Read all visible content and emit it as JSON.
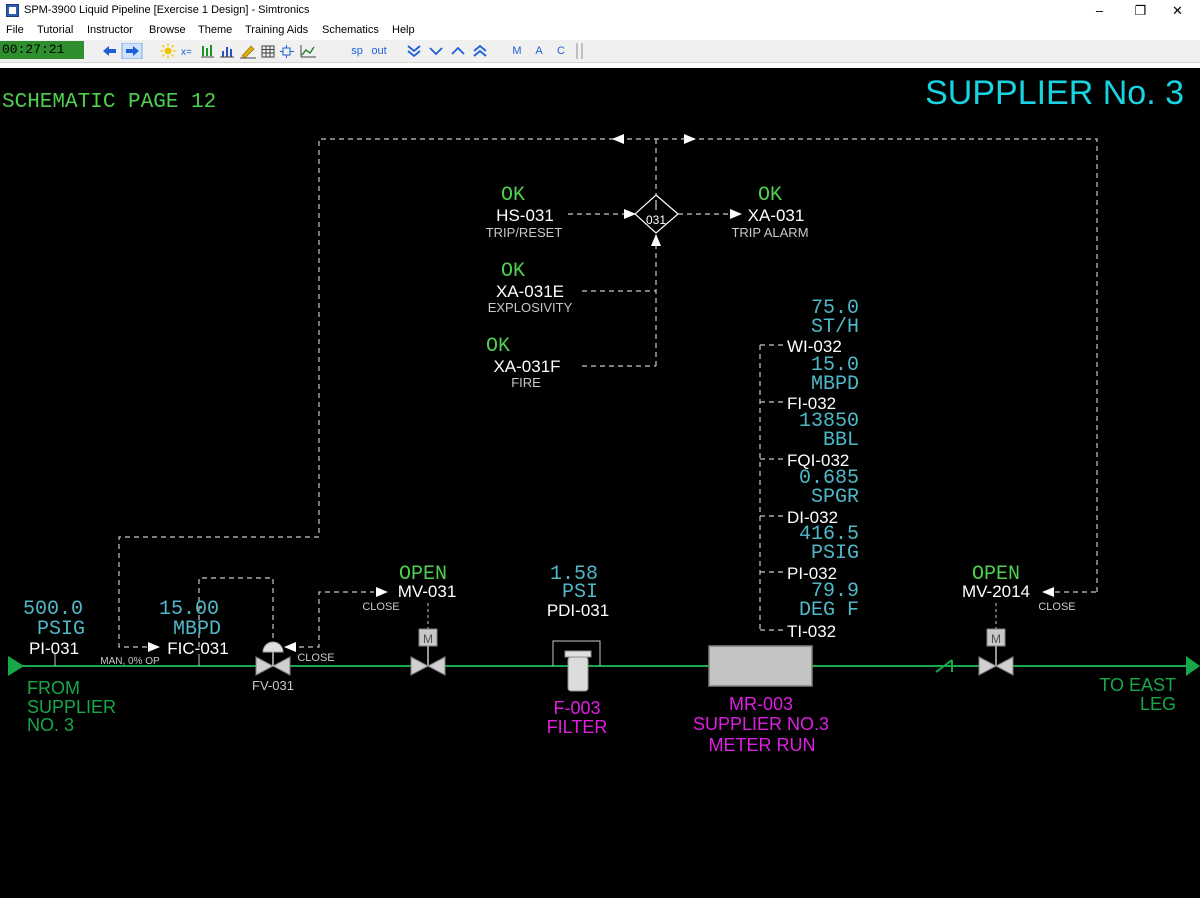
{
  "window": {
    "title": "SPM-3900 Liquid Pipeline [Exercise 1 Design] - Simtronics",
    "minimize": "–",
    "restore": "❐",
    "close": "✕"
  },
  "menu": [
    "File",
    "Tutorial",
    "Instructor",
    "Browse",
    "Theme",
    "Training Aids",
    "Schematics",
    "Help"
  ],
  "toolbar": {
    "clock": "00:27:21",
    "sp": "sp",
    "out": "out",
    "m": "M",
    "a": "A",
    "c": "C"
  },
  "schematic": {
    "page_label": "SCHEMATIC PAGE 12",
    "title": "SUPPLIER No. 3",
    "hs031": {
      "state": "OK",
      "tag": "HS-031",
      "desc": "TRIP/RESET"
    },
    "xa031": {
      "state": "OK",
      "tag": "XA-031",
      "desc": "TRIP ALARM"
    },
    "xa031e": {
      "state": "OK",
      "tag": "XA-031E",
      "desc": "EXPLOSIVITY"
    },
    "xa031f": {
      "state": "OK",
      "tag": "XA-031F",
      "desc": "FIRE"
    },
    "logic_id": "031",
    "wi032": {
      "value": "75.0",
      "unit": "ST/H",
      "tag": "WI-032"
    },
    "fi032": {
      "value": "15.0",
      "unit": "MBPD",
      "tag": "FI-032"
    },
    "fqi032": {
      "value": "13850",
      "unit": "BBL",
      "tag": "FQI-032"
    },
    "di032": {
      "value": "0.685",
      "unit": "SPGR",
      "tag": "DI-032"
    },
    "pi032": {
      "value": "416.5",
      "unit": "PSIG",
      "tag": "PI-032"
    },
    "ti032": {
      "value": "79.9",
      "unit": "DEG F",
      "tag": "TI-032"
    },
    "pi031": {
      "value": "500.0",
      "unit": "PSIG",
      "tag": "PI-031"
    },
    "fic031": {
      "value": "15.00",
      "unit": "MBPD",
      "tag": "FIC-031",
      "mode": "MAN, 0% OP"
    },
    "fv031": {
      "tag": "FV-031",
      "fail": "CLOSE"
    },
    "mv031": {
      "state": "OPEN",
      "tag": "MV-031",
      "fail": "CLOSE",
      "motor": "M"
    },
    "pdi031": {
      "value": "1.58",
      "unit": "PSI",
      "tag": "PDI-031"
    },
    "filter": {
      "line1": "F-003",
      "line2": "FILTER"
    },
    "meter": {
      "line1": "MR-003",
      "line2": "SUPPLIER NO.3",
      "line3": "METER RUN"
    },
    "mv2014": {
      "state": "OPEN",
      "tag": "MV-2014",
      "fail": "CLOSE",
      "motor": "M"
    },
    "from": {
      "line1": "FROM",
      "line2": "SUPPLIER",
      "line3": "NO. 3"
    },
    "to": {
      "line1": "TO EAST",
      "line2": "LEG"
    }
  },
  "colors": {
    "background": "#000000",
    "ok_green": "#4fd14f",
    "value_cyan": "#4fb8c8",
    "title_cyan": "#19d3e0",
    "pipe_green": "#17a84a",
    "magenta": "#e01ee0",
    "tag_white": "#ffffff",
    "desc_gray": "#c8c8c8"
  }
}
